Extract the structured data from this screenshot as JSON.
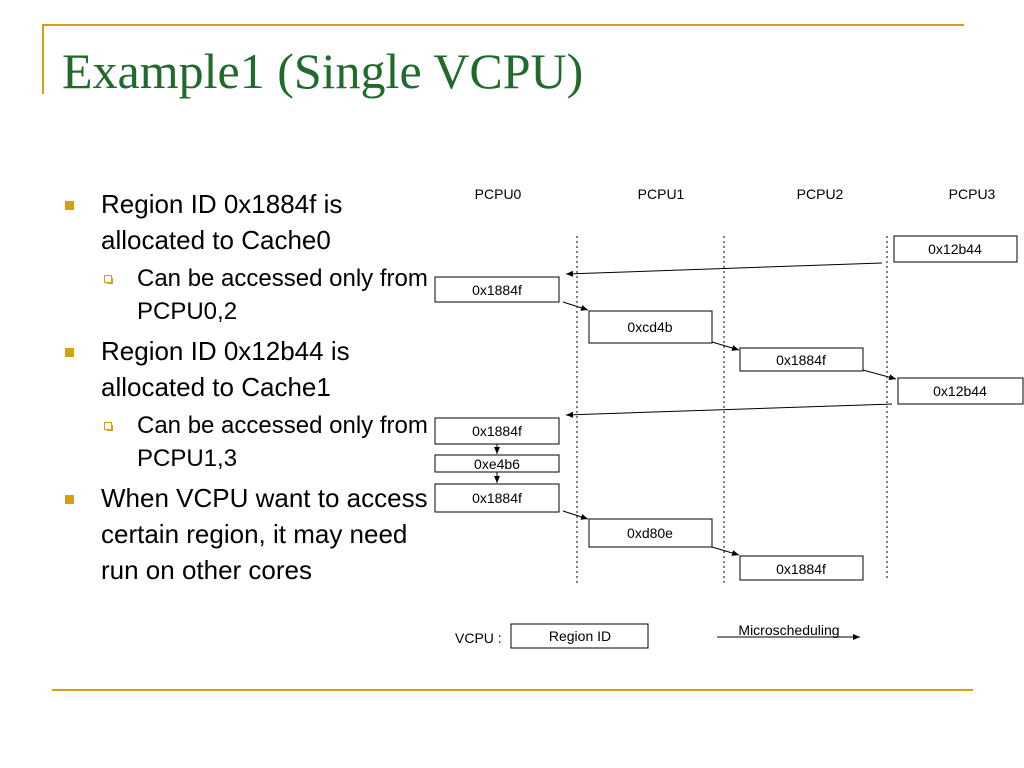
{
  "title": "Example1 (Single VCPU)",
  "bullets": [
    {
      "text": "Region ID 0x1884f is allocated to Cache0",
      "sub": "Can be accessed only from PCPU0,2"
    },
    {
      "text": "Region ID 0x12b44 is allocated to Cache1",
      "sub": "Can be accessed only from PCPU1,3"
    },
    {
      "text": "When VCPU want to access certain region, it may need run on other cores"
    }
  ],
  "diagram": {
    "columns": [
      "PCPU0",
      "PCPU1",
      "PCPU2",
      "PCPU3"
    ],
    "boxes": [
      "0x12b44",
      "0x1884f",
      "0xcd4b",
      "0x1884f",
      "0x12b44",
      "0x1884f",
      "0xe4b6",
      "0x1884f",
      "0xd80e",
      "0x1884f"
    ],
    "legend": {
      "vcpu_label": "VCPU :",
      "region_label": "Region ID",
      "arrow_label": "Microscheduling"
    }
  }
}
